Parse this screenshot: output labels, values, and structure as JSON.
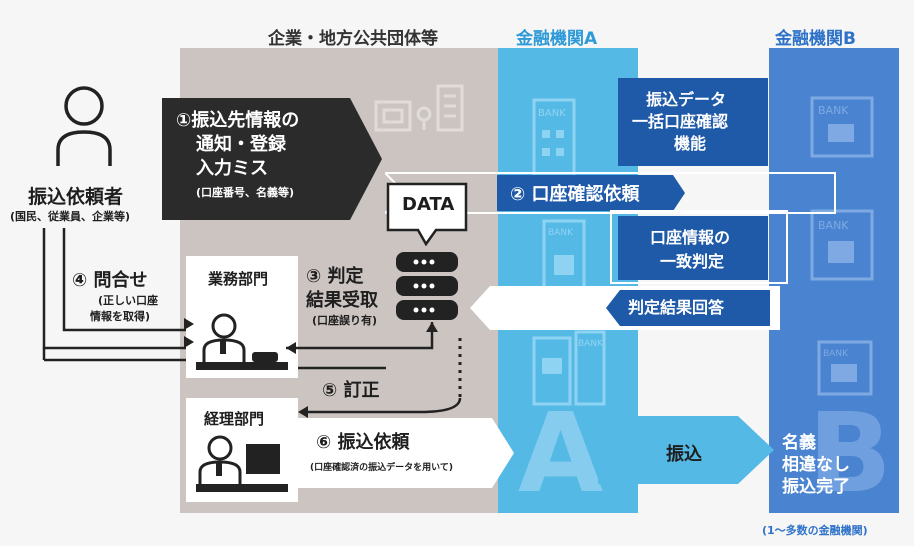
{
  "headers": {
    "org": "企業・地方公共団体等",
    "bank_a": "金融機関A",
    "bank_b": "金融機関B"
  },
  "requester": {
    "title": "振込依頼者",
    "subtitle": "(国民、従業員、企業等)"
  },
  "step1": {
    "line1": "①振込先情報の",
    "line2": "通知・登録",
    "line3": "入力ミス",
    "note": "(口座番号、名義等)"
  },
  "data_label": "DATA",
  "step2": "② 口座確認依頼",
  "step3": {
    "line1": "③ 判定",
    "line2": "結果受取",
    "note": "(口座誤り有)"
  },
  "step4": {
    "line1": "④ 問合せ",
    "note1": "(正しい口座",
    "note2": "情報を取得)"
  },
  "step5": "⑤ 訂正",
  "step6": {
    "line1": "⑥ 振込依頼",
    "note": "(口座確認済の振込データを用いて)"
  },
  "dept_business": "業務部門",
  "dept_accounting": "経理部門",
  "bank_a_boxes": {
    "bulk_1": "振込データ",
    "bulk_2": "一括口座確認",
    "bulk_3": "機能",
    "match_1": "口座情報の",
    "match_2": "一致判定",
    "result": "判定結果回答",
    "transfer": "振込"
  },
  "bank_icon_label": "BANK",
  "big_letters": {
    "a": "A",
    "b": "B"
  },
  "bank_b_result": {
    "line1": "名義",
    "line2": "相違なし",
    "line3": "振込完了"
  },
  "footnote": "(1～多数の金融機関)",
  "colors": {
    "gray_panel": "#cbc4c0",
    "bank_a": "#55b9e6",
    "bank_b": "#4a84d1",
    "dark_blue": "#1f5aa8",
    "dark_box": "#2b2b2b",
    "light_blue_text": "#2e9ad7"
  }
}
